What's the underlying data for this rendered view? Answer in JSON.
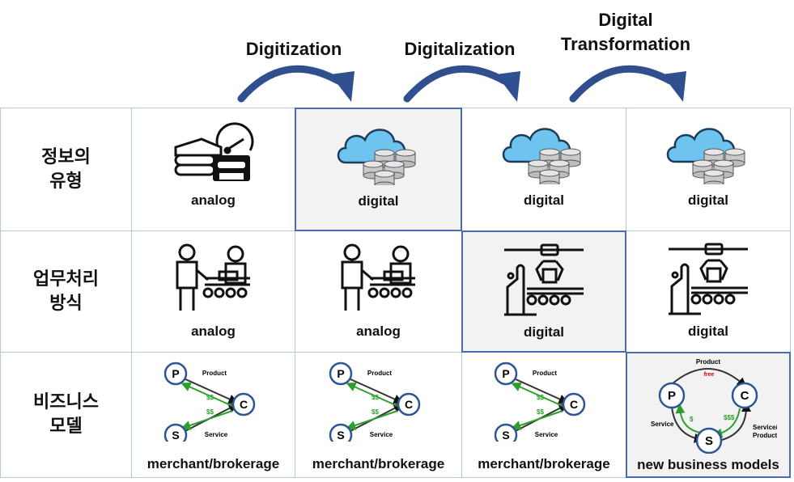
{
  "stages": [
    {
      "label": "Digitization"
    },
    {
      "label": "Digitalization"
    },
    {
      "label_line1": "Digital",
      "label_line2": "Transformation"
    }
  ],
  "colors": {
    "arrow": "#2f4f8f",
    "highlight_border": "#4a6bb0",
    "highlight_fill": "#f2f2f2",
    "grid": "#b9c6df",
    "cloud": "#6fc3ef",
    "money": "#2ca02c",
    "free": "#e00000"
  },
  "rows": [
    {
      "header": "정보의\n유형",
      "cells": [
        {
          "icon": "books-tape-gauge-icon",
          "caption": "analog",
          "highlighted": false
        },
        {
          "icon": "cloud-database-icon",
          "caption": "digital",
          "highlighted": true
        },
        {
          "icon": "cloud-database-icon",
          "caption": "digital",
          "highlighted": false
        },
        {
          "icon": "cloud-database-icon",
          "caption": "digital",
          "highlighted": false
        }
      ]
    },
    {
      "header": "업무처리\n방식",
      "cells": [
        {
          "icon": "workers-conveyor-icon",
          "caption": "analog",
          "highlighted": false
        },
        {
          "icon": "workers-conveyor-icon",
          "caption": "analog",
          "highlighted": false
        },
        {
          "icon": "robot-arm-conveyor-icon",
          "caption": "digital",
          "highlighted": true
        },
        {
          "icon": "robot-arm-conveyor-icon",
          "caption": "digital",
          "highlighted": false
        }
      ]
    },
    {
      "header": "비즈니스\n모델",
      "cells": [
        {
          "icon": "linear-model-diagram",
          "caption": "merchant/brokerage",
          "highlighted": false
        },
        {
          "icon": "linear-model-diagram",
          "caption": "merchant/brokerage",
          "highlighted": false
        },
        {
          "icon": "linear-model-diagram",
          "caption": "merchant/brokerage",
          "highlighted": false
        },
        {
          "icon": "cycle-model-diagram",
          "caption": "new business models",
          "highlighted": true
        }
      ]
    }
  ],
  "linear_model": {
    "p": "P",
    "c": "C",
    "s": "S",
    "product": "Product",
    "service": "Service",
    "money1": "$$",
    "money2": "$$"
  },
  "cycle_model": {
    "p": "P",
    "c": "C",
    "s": "S",
    "product": "Product",
    "free": "free",
    "service": "Service",
    "service_product_1": "Service/",
    "service_product_2": "Product",
    "money_small": "$",
    "money_large": "$$$"
  }
}
